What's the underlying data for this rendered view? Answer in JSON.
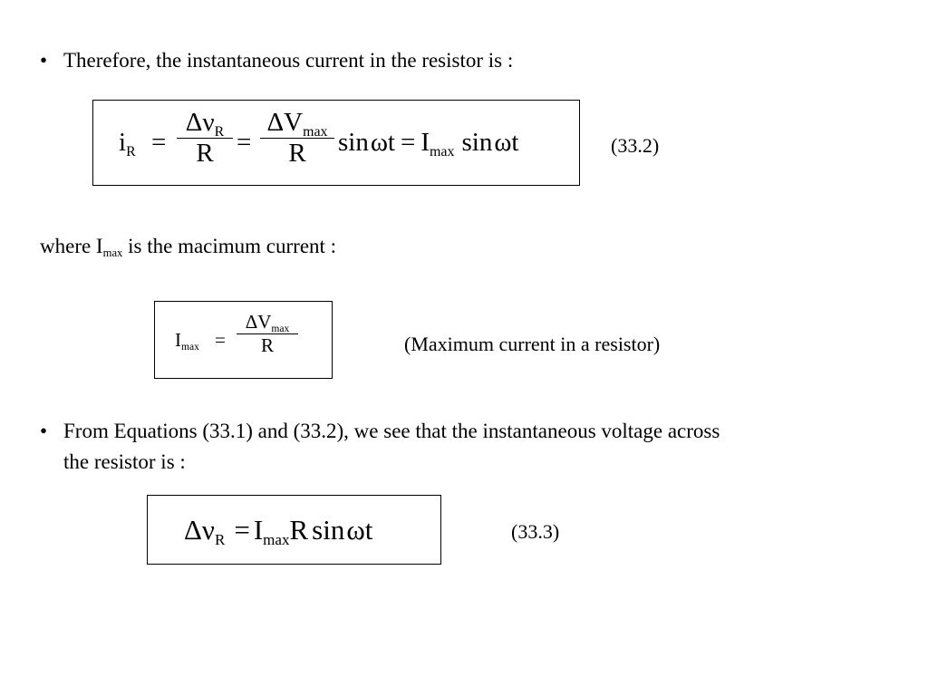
{
  "bullet_symbol": "•",
  "para1": {
    "text": "Therefore, the instantaneous current in the resistor is :"
  },
  "eq_33_2": {
    "lhs_symbol": "i",
    "lhs_sub": "R",
    "eq_sign": "=",
    "frac1_num_symbol": "Δν",
    "frac1_num_sub": "R",
    "frac1_den": "R",
    "frac2_num_symbol": "ΔV",
    "frac2_num_sub": "max",
    "frac2_den": "R",
    "term_sin": "sin",
    "term_wt": "ωt",
    "imax_symbol": "I",
    "imax_sub": "max",
    "number": "(33.2)"
  },
  "para2": {
    "prefix": "where I",
    "sub": "max",
    "suffix": " is the macimum current :"
  },
  "eq_max": {
    "lhs_symbol": "I",
    "lhs_sub": "max",
    "eq_sign": "=",
    "num_symbol": "ΔV",
    "num_sub": "max",
    "den": "R",
    "label": "(Maximum current in a resistor)"
  },
  "para3": {
    "line1": "From Equations (33.1) and (33.2), we see that the instantaneous voltage across",
    "line2": "the resistor is :"
  },
  "eq_33_3": {
    "lhs_symbol": "Δν",
    "lhs_sub": "R",
    "eq_sign": "=",
    "imax_symbol": "I",
    "imax_sub": "max",
    "r_symbol": "R",
    "term_sin": "sin",
    "term_wt": "ωt",
    "number": "(33.3)"
  }
}
